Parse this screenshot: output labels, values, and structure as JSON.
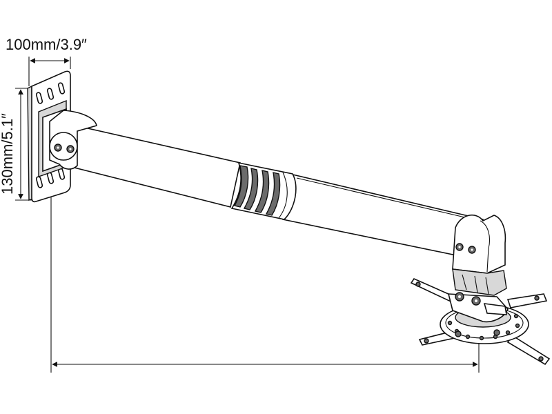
{
  "dimensions": {
    "plate_width": "100mm/3.9″",
    "plate_height": "130mm/5.1″"
  },
  "components": {
    "wall_plate": "wall-plate",
    "extension_arm": "telescopic-arm",
    "projector_bracket": "projector-bracket"
  }
}
